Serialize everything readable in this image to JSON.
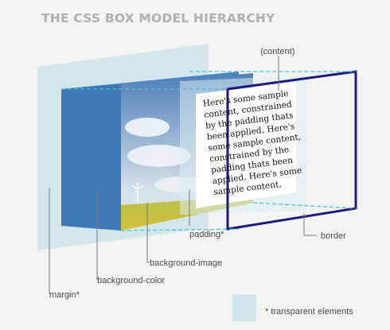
{
  "title": "THE CSS BOX MODEL HIERARCHY",
  "labels": {
    "content": "(content)",
    "border": "border",
    "padding": "padding*",
    "background_image": "background-image",
    "background_color": "background-color",
    "margin": "margin*"
  },
  "content_text": "Here's some sample content, constrained by the padding thats been applied. Here's some sample content, constrained by the padding thats been applied. Here's some sample content,",
  "legend": {
    "text": "* transparent elements"
  },
  "colors": {
    "margin_layer": "#cfe6ea",
    "background_color_layer": "#4a86c5",
    "border_line": "#1f1a7a",
    "dashed_guides": "#4fc3d6",
    "title": "#b0b0b0"
  }
}
